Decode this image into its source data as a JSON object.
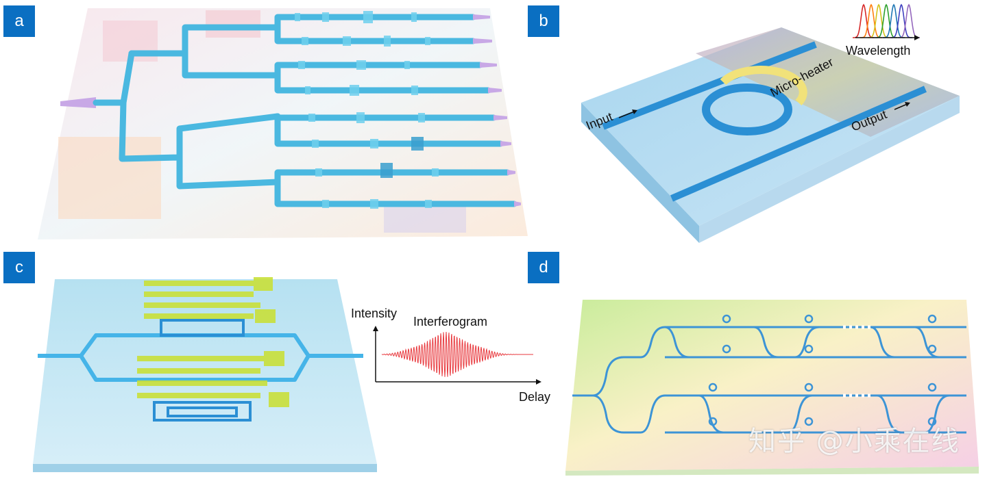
{
  "panels": {
    "a": {
      "label": "a"
    },
    "b": {
      "label": "b",
      "input_label": "Input",
      "output_label": "Output",
      "heater_label": "Micro-heater",
      "spectrum_label": "Wavelength",
      "spectrum_colors": [
        "#d62728",
        "#ff7f0e",
        "#d4c21a",
        "#2ca02c",
        "#1f77b4",
        "#3f3fbf",
        "#9467bd"
      ]
    },
    "c": {
      "label": "c",
      "interferogram": {
        "title": "Interferogram",
        "ylabel": "Intensity",
        "xlabel": "Delay",
        "color": "#e8383d"
      }
    },
    "d": {
      "label": "d"
    }
  },
  "watermark": "知乎 @小乘在线",
  "colors": {
    "badge": "#0a6fc2",
    "waveguide": "#3fa9e0",
    "heater": "#f1e27a",
    "electrode": "#c9e03a"
  }
}
